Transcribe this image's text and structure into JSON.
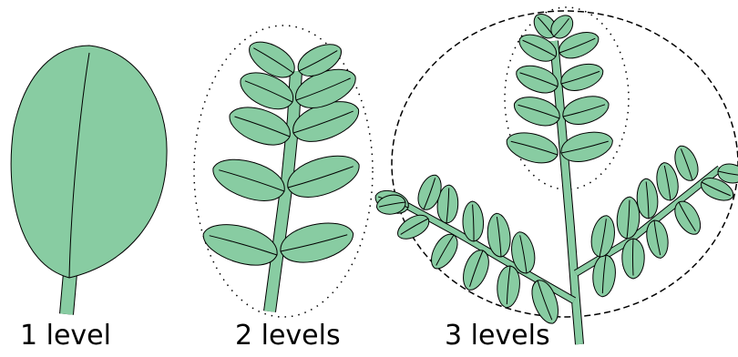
{
  "figure": {
    "leaf_fill": "#88cca2",
    "stroke": "#000000",
    "panels": [
      {
        "caption": "1 level"
      },
      {
        "caption": "2 levels"
      },
      {
        "caption": "3 levels"
      }
    ]
  }
}
